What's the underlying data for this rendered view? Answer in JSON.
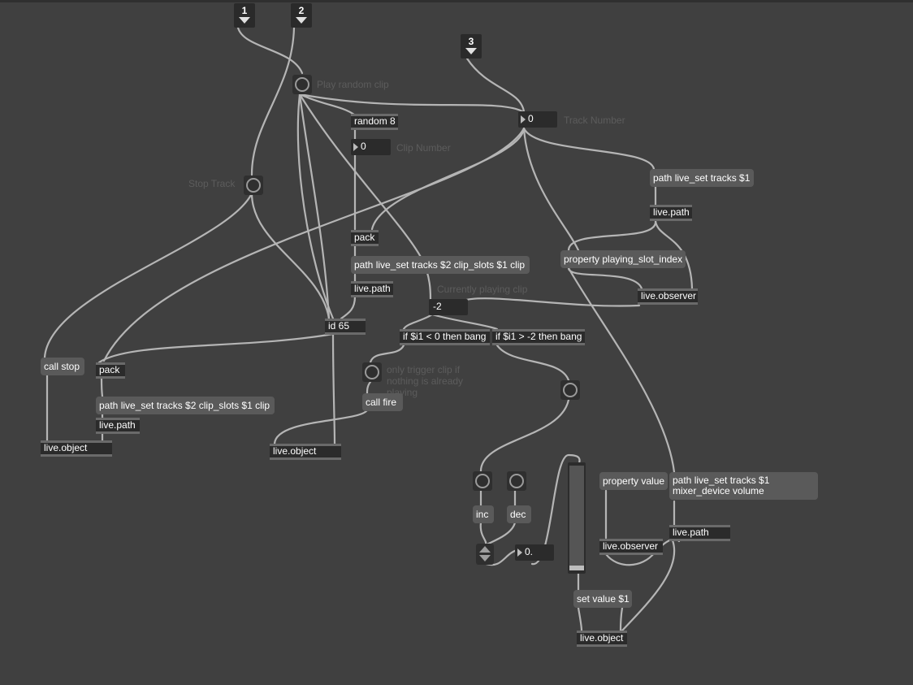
{
  "inlets": {
    "i1": "1",
    "i2": "2",
    "i3": "3"
  },
  "labels": {
    "play_random_clip": "Play random clip",
    "track_number": "Track Number",
    "clip_number": "Clip Number",
    "stop_track": "Stop Track",
    "currently_playing_clip": "Currently playing clip",
    "only_trigger": "only trigger clip if nothing is already playing"
  },
  "objects": {
    "random8": "random 8",
    "num_track": "0",
    "num_clip": "0",
    "path_tracks_1": "path live_set tracks $1",
    "livepath_top": "live.path",
    "pack_top": "pack",
    "property_playing": "property playing_slot_index",
    "path_clip_slots": "path live_set tracks $2 clip_slots $1 clip",
    "livepath_mid": "live.path",
    "live_observer_top": "live.observer",
    "num_current": "-2",
    "id65": "id 65",
    "if_lt": "if $i1 < 0 then bang",
    "if_gt": "if $i1 > -2 then bang",
    "call_stop": "call stop",
    "pack_left": "pack",
    "path_clip_slots_left": "path live_set tracks $2 clip_slots $1 clip",
    "livepath_left": "live.path",
    "liveobject_left": "live.object",
    "call_fire": "call fire",
    "liveobject_mid": "live.object",
    "inc": "inc",
    "dec": "dec",
    "property_value": "property value",
    "path_mixer": "path live_set tracks $1\nmixer_device volume",
    "num_float": "0.",
    "live_observer_bottom": "live.observer",
    "livepath_bottom": "live.path",
    "set_value": "set value $1",
    "liveobject_bottom": "live.object"
  }
}
